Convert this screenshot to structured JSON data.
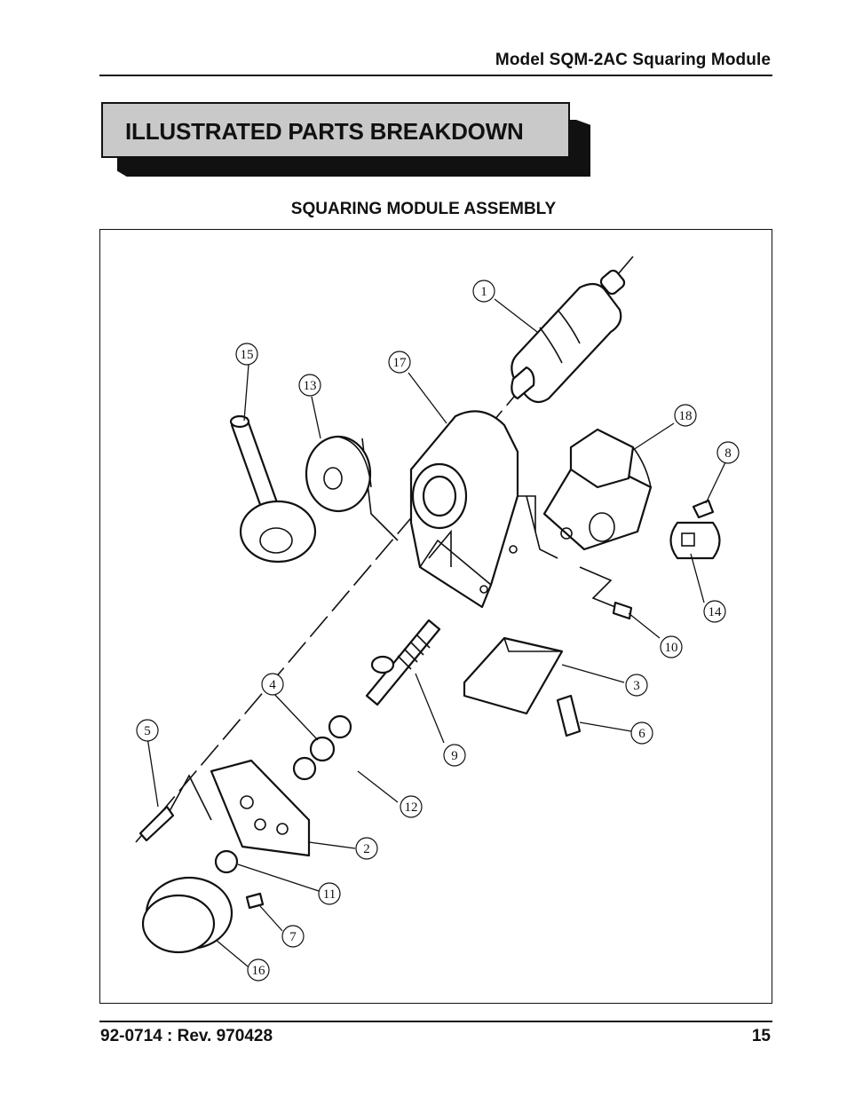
{
  "header": {
    "model_title": "Model SQM-2AC Squaring Module"
  },
  "banner": {
    "title": "ILLUSTRATED PARTS BREAKDOWN"
  },
  "figure": {
    "title": "SQUARING MODULE ASSEMBLY",
    "callouts": [
      "1",
      "2",
      "3",
      "4",
      "5",
      "6",
      "7",
      "8",
      "9",
      "10",
      "11",
      "12",
      "13",
      "14",
      "15",
      "16",
      "17",
      "18"
    ]
  },
  "footer": {
    "doc_revision": "92-0714 : Rev. 970428",
    "page_number": "15"
  }
}
